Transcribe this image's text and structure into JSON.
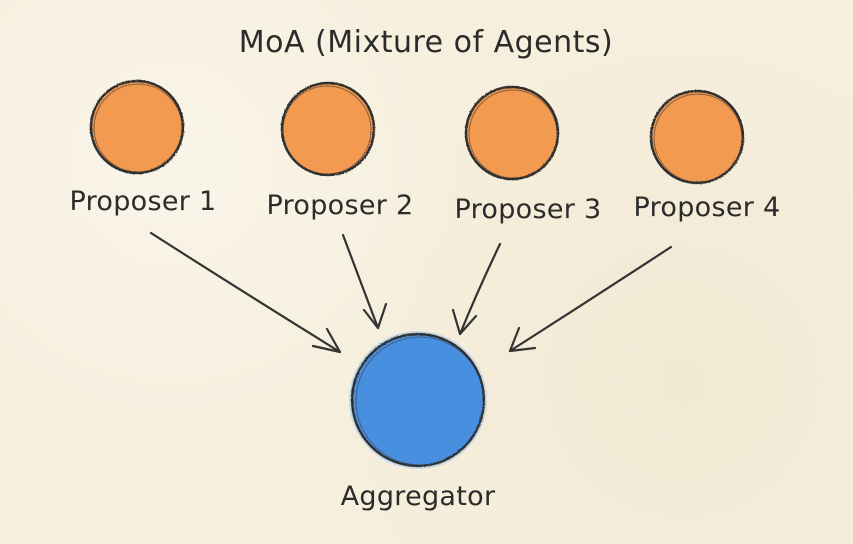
{
  "title": "MoA (Mixture of Agents)",
  "proposers": [
    {
      "label": "Proposer 1"
    },
    {
      "label": "Proposer 2"
    },
    {
      "label": "Proposer 3"
    },
    {
      "label": "Proposer 4"
    }
  ],
  "aggregator": {
    "label": "Aggregator"
  },
  "colors": {
    "background": "#f6efdd",
    "proposer_fill": "#f29a4f",
    "aggregator_fill": "#4a8fe0",
    "outline": "#2e2e2e",
    "text": "#2b2b2b"
  }
}
